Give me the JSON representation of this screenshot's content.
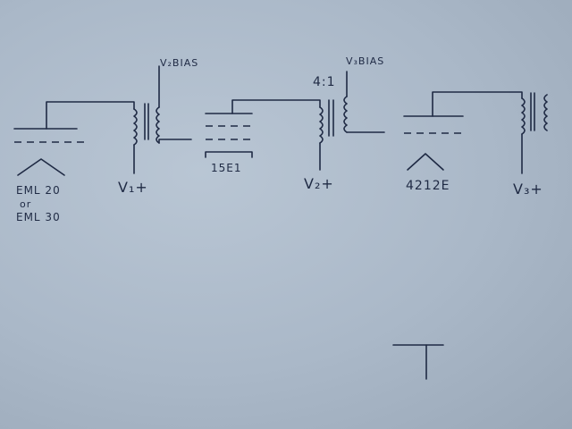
{
  "labels": {
    "tube1_line1": "EML 20",
    "tube1_line2": "or",
    "tube1_line3": "EML 30",
    "v1": "V₁+",
    "v2bias": "V₂BIAS",
    "tube2": "15E1",
    "ratio": "4:1",
    "v3bias": "V₃BIAS",
    "v2": "V₂+",
    "tube3": "4212E",
    "v3": "V₃+"
  },
  "colors": {
    "paper": "#aebdcc",
    "ink": "#1f2a44"
  }
}
